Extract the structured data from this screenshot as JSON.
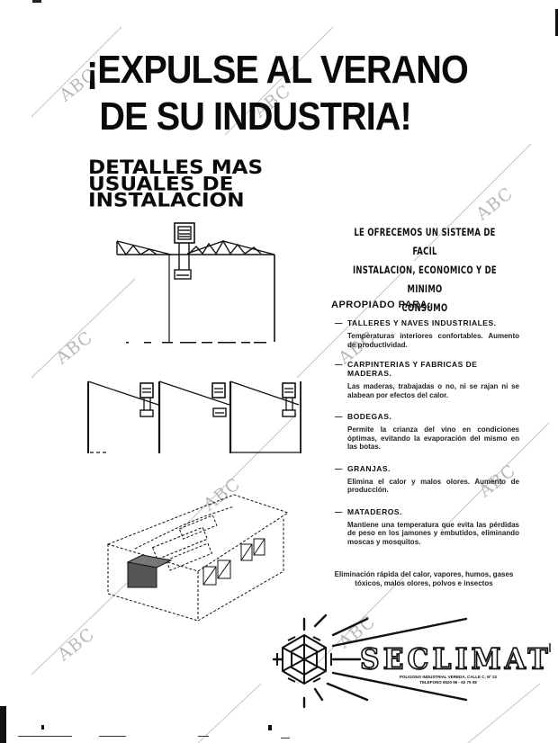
{
  "headline": {
    "line1": "¡EXPULSE AL VERANO",
    "line2": "DE SU INDUSTRIA!"
  },
  "details_heading": {
    "line1": "DETALLES MAS",
    "line2": "USUALES DE",
    "line3": "INSTALACION"
  },
  "offer_text": {
    "line1": "LE OFRECEMOS UN SISTEMA DE FACIL",
    "line2": "INSTALACION, ECONOMICO Y DE MINIMO",
    "line3": "CONSUMO"
  },
  "apropiado_label": "APROPIADO PARA:",
  "uses": [
    {
      "title": "TALLERES Y NAVES INDUSTRIALES.",
      "desc": "Temperaturas interiores confortables. Aumento de productividad."
    },
    {
      "title": "CARPINTERIAS Y FABRICAS DE MADERAS.",
      "desc": "Las maderas, trabajadas o no, ni se rajan ni se alabean por efectos del calor."
    },
    {
      "title": "BODEGAS.",
      "desc": "Permite la crianza del vino en condiciones óptimas, evitando la evaporación del mismo en las botas."
    },
    {
      "title": "GRANJAS.",
      "desc": "Elimina el calor y malos olores. Aumento de producción."
    },
    {
      "title": "MATADEROS.",
      "desc": "Mantiene una temperatura que evita las pérdidas de peso en los jamones y embutidos, eliminando moscas y mosquitos."
    }
  ],
  "elimination_text": "Eliminación rápida del calor, vapores, humos, gases tóxicos, malos olores, polvos e insectos",
  "brand": {
    "name": "SECLIMAT",
    "address_line1": "POLIGONO INDUSTRIAL VEREDA, CALLE C, Nº 22",
    "address_line2": "TELEFONO 6520 96 - 62 75 08"
  },
  "watermark": "ABC",
  "colors": {
    "ink": "#0a0a0a",
    "paper": "#ffffff",
    "watermark": "#b8b8b8"
  }
}
